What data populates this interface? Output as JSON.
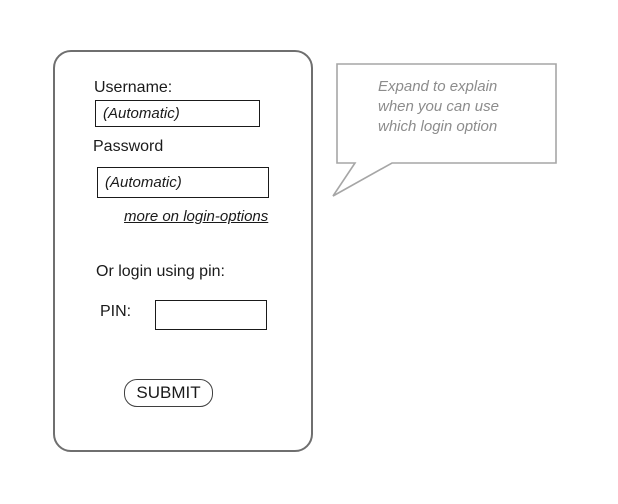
{
  "form": {
    "username_label": "Username:",
    "username_value": "(Automatic)",
    "password_label": "Password",
    "password_value": "(Automatic)",
    "more_options_link": "more on login-options",
    "pin_section_label": "Or login using pin:",
    "pin_label": "PIN:",
    "pin_value": "",
    "submit_label": "SUBMIT"
  },
  "callout": {
    "text": "Expand to explain\nwhen you can use\nwhich login option"
  },
  "colors": {
    "ink": "#1a1a1a",
    "panel_border": "#6f6f6f",
    "input_border": "#1a1a1a",
    "button_border": "#3f3f3f",
    "callout_border": "#a6a6a6",
    "callout_text": "#8c8c8c"
  }
}
